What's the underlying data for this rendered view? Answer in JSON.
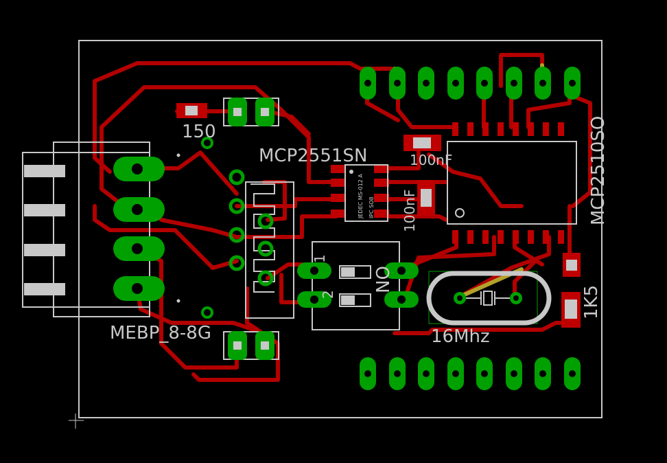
{
  "board": {
    "colors": {
      "background": "#000000",
      "trace": "#b30000",
      "pad": "#00a000",
      "silkscreen": "#c8c8c8",
      "crystal_highlight": "#b2a22a"
    },
    "labels": {
      "r_150": "150",
      "can_transceiver": "MCP2551SN",
      "can_controller": "MCP2510SO",
      "cap_100nf_top": "100nF",
      "cap_100nf_vertical": "100nF",
      "connector": "MEBP_8-8G",
      "crystal": "16Mhz",
      "r_1k5": "1K5",
      "dip_switch": "ON",
      "dip_pin1": "1",
      "dip_pin2": "2",
      "ic_marking_line1": "JEDEC MS-012 A",
      "ic_marking_line2": "IPC SO8"
    }
  }
}
